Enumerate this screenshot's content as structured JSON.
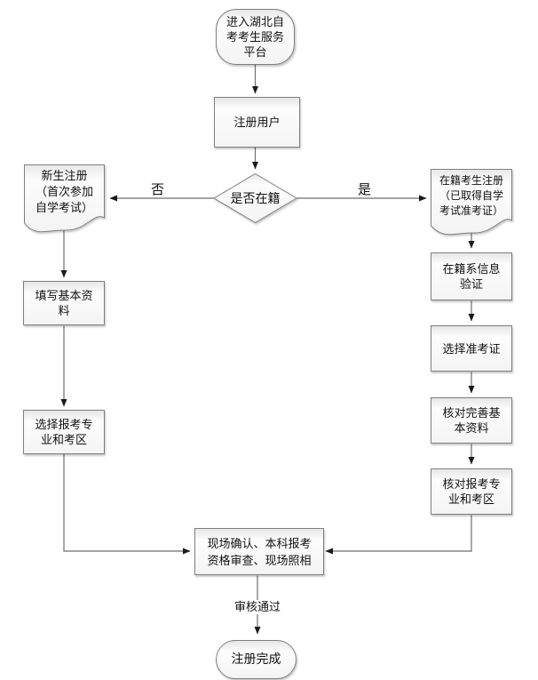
{
  "flowchart": {
    "nodes": {
      "start": {
        "type": "terminator",
        "label": "进入湖北自\n考考生服务\n平台"
      },
      "register_user": {
        "type": "process",
        "label": "注册用户"
      },
      "decision_enrolled": {
        "type": "decision",
        "label": "是否在籍"
      },
      "new_student_doc": {
        "type": "document",
        "label": "新生注册\n（首次参加\n自学考试）"
      },
      "enrolled_student_doc": {
        "type": "document",
        "label": "在籍考生注册\n（已取得自学\n考试准考证）"
      },
      "fill_basic_info": {
        "type": "process",
        "label": "填写基本资\n料"
      },
      "choose_major_area": {
        "type": "process",
        "label": "选择报考专\n业和考区"
      },
      "verify_enrollment_info": {
        "type": "process",
        "label": "在籍系信息\n验证"
      },
      "choose_admission_ticket": {
        "type": "process",
        "label": "选择准考证"
      },
      "check_basic_info": {
        "type": "process",
        "label": "核对完善基\n本资料"
      },
      "check_major_area": {
        "type": "process",
        "label": "核对报考专\n业和考区"
      },
      "onsite_confirmation": {
        "type": "process",
        "label": "现场确认、本科报考\n资格审查、现场照相"
      },
      "end": {
        "type": "terminator",
        "label": "注册完成"
      }
    },
    "edge_labels": {
      "no": "否",
      "yes": "是",
      "approved": "审核通过"
    },
    "colors": {
      "line": "#6e6e6e",
      "arrowhead": "#1a1a1a",
      "shape_border": "#7f7f7f",
      "shape_fill": "#f4f4f4",
      "text": "#111111",
      "background": "#ffffff"
    }
  }
}
